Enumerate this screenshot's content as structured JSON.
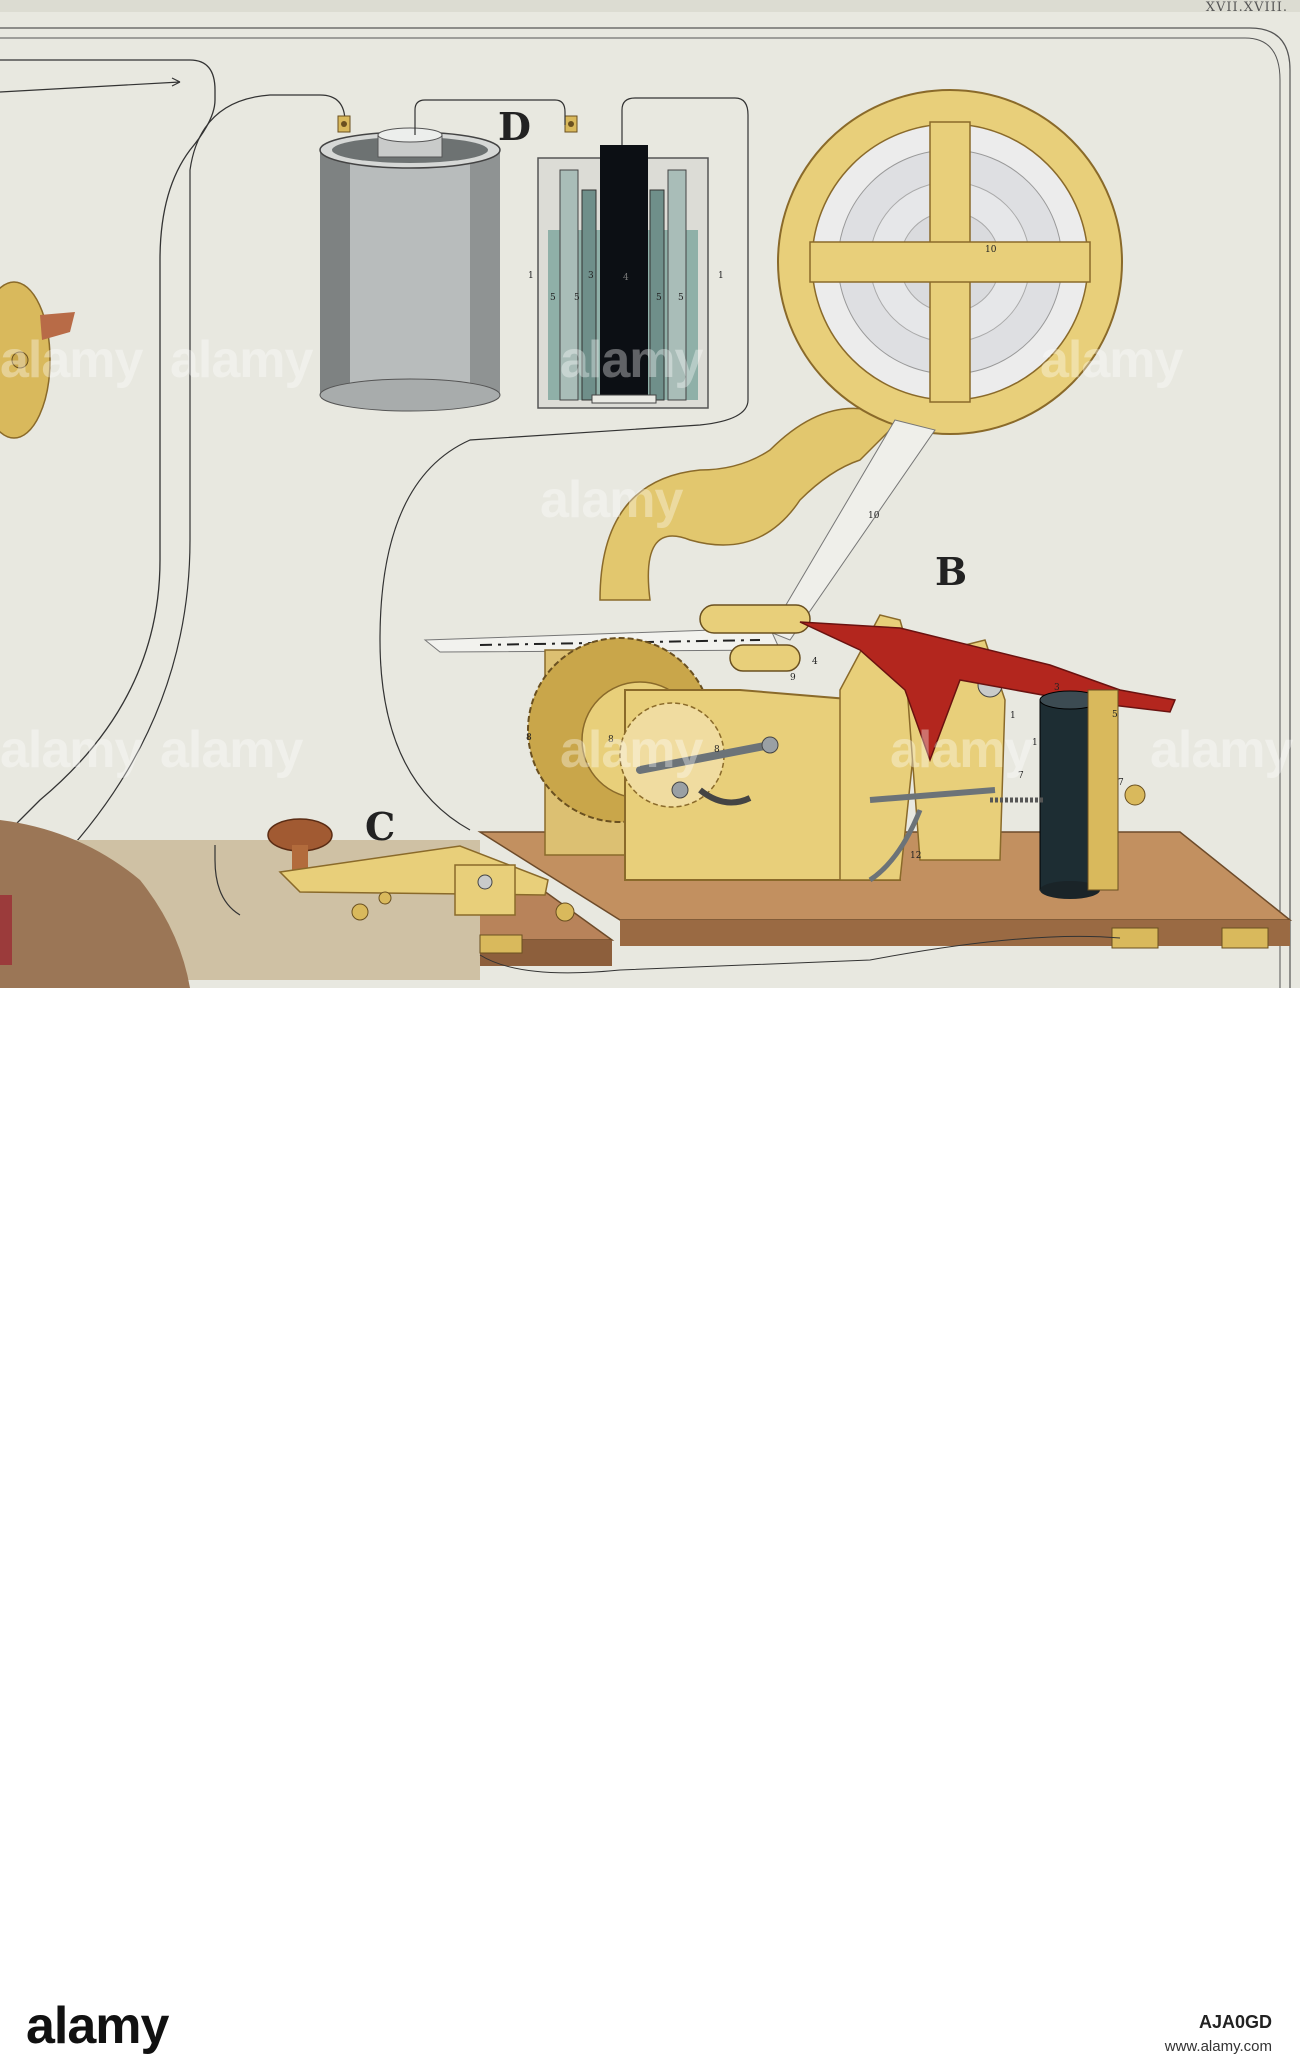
{
  "plate": {
    "number": "XVII.XVIII.",
    "letters": {
      "battery": "D",
      "receiver": "B",
      "key": "C"
    },
    "labels": {
      "tape_roll": "10",
      "tape_feed": "10",
      "cell_1a": "1",
      "cell_5a": "5",
      "cell_5b": "5",
      "cell_3": "3",
      "cell_4": "4",
      "cell_5c": "5",
      "cell_5d": "5",
      "cell_1b": "1",
      "roller_4": "4",
      "roller_9": "9",
      "gear_8a": "8",
      "gear_8b": "8",
      "gear_8c": "8",
      "lever_1": "1",
      "coil_1": "1",
      "screw_7a": "7",
      "screw_7b": "7",
      "spring_5": "5",
      "frame_12": "12",
      "top_3": "3"
    },
    "colors": {
      "paper": "#e9e9e1",
      "brass": "#e8cf7a",
      "wood": "#b98356",
      "arm_red": "#b3261e",
      "coil": "#1d2d33",
      "cell_fluid": "#8fb0a8"
    }
  },
  "footer": {
    "brand": "alamy",
    "image_id": "AJA0GD",
    "site": "www.alamy.com"
  },
  "watermarks": [
    "alamy",
    "alamy",
    "alamy",
    "alamy",
    "alamy",
    "alamy",
    "alamy",
    "alamy",
    "alamy",
    "alamy"
  ]
}
